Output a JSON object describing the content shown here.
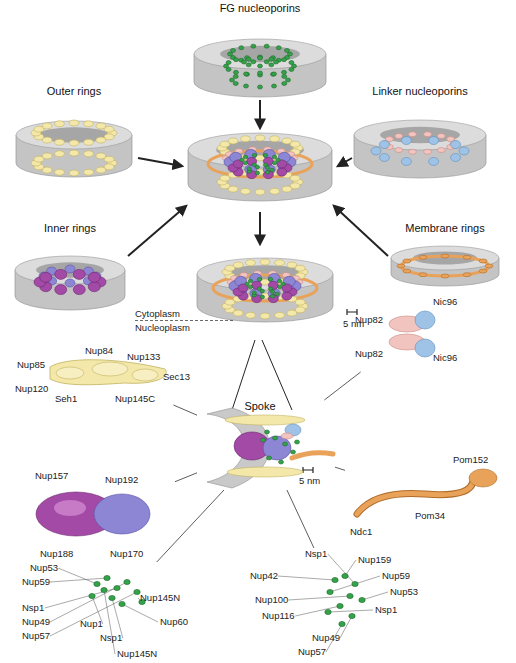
{
  "diagram": {
    "nodes": [
      {
        "text": [
          "FG nucleoporins"
        ]
      },
      {
        "text": [
          "Outer rings"
        ]
      },
      {
        "text": [
          "Linker nucleoporins"
        ]
      },
      {
        "text": [
          "Inner rings"
        ]
      },
      {
        "text": [
          "Membrane rings"
        ]
      },
      {
        "text": [
          "Cytoplasm",
          "Nucleoplasm"
        ]
      },
      {
        "text": [
          "Nup82",
          "Nic96",
          "Nup82",
          "Nic96"
        ]
      },
      {
        "text": [
          "Nup84",
          "Nup133",
          "Nup85",
          "Sec13",
          "Nup120",
          "Seh1",
          "Nup145C"
        ]
      },
      {
        "text": [
          "Spoke"
        ]
      },
      {
        "text": [
          "Pom152",
          "Ndc1",
          "Pom34"
        ]
      },
      {
        "text": [
          "Nup157",
          "Nup192",
          "Nup188",
          "Nup170"
        ]
      },
      {
        "text": [
          "Nup53",
          "Nup59",
          "Nsp1",
          "Nup49",
          "Nup57",
          "Nup1",
          "Nsp1",
          "Nup60",
          "Nup145N",
          "Nup145N"
        ]
      },
      {
        "text": [
          "Nup42",
          "Nup159",
          "Nsp1",
          "Nup59",
          "Nup100",
          "Nup53",
          "Nup116",
          "Nsp1",
          "Nup49",
          "Nup57"
        ]
      }
    ],
    "edges": [
      {
        "from": 8,
        "to": 6,
        "arrow": "none"
      },
      {
        "from": 8,
        "to": 7,
        "arrow": "none"
      },
      {
        "from": 8,
        "to": 9,
        "arrow": "none"
      },
      {
        "from": 8,
        "to": 10,
        "arrow": "none"
      },
      {
        "from": 8,
        "to": 11,
        "arrow": "none"
      },
      {
        "from": 8,
        "to": 12,
        "arrow": "none"
      }
    ],
    "labels": [
      "5 nm",
      "5 nm"
    ]
  }
}
